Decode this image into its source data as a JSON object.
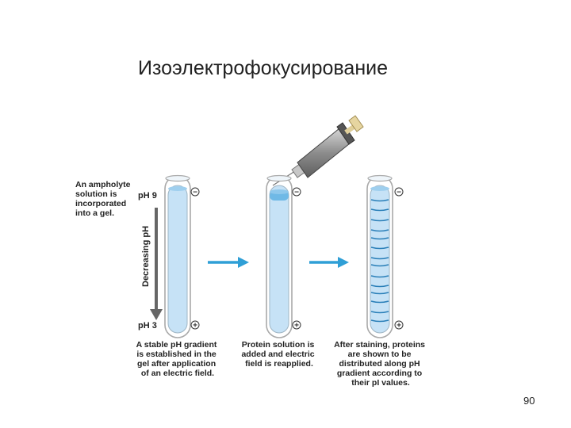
{
  "slide": {
    "title": "Изоэлектрофокусирование",
    "page_number": "90"
  },
  "figure": {
    "left_caption": [
      "An ampholyte",
      "solution is",
      "incorporated",
      "into a gel."
    ],
    "ph_top": "pH 9",
    "ph_bottom": "pH 3",
    "axis_label": "Decreasing pH",
    "minus_sign": "−",
    "plus_sign": "+",
    "caption1": [
      "A stable pH gradient",
      "is established in the",
      "gel after application",
      "of an electric field."
    ],
    "caption2": [
      "Protein solution is",
      "added and electric",
      "field is reapplied."
    ],
    "caption3": [
      "After staining, proteins",
      "are shown to be",
      "distributed along pH",
      "gradient according to",
      "their pI values."
    ],
    "colors": {
      "gel": "#c6e2f6",
      "arrow": "#2f9fd6",
      "band": "#2a7fb8"
    }
  }
}
